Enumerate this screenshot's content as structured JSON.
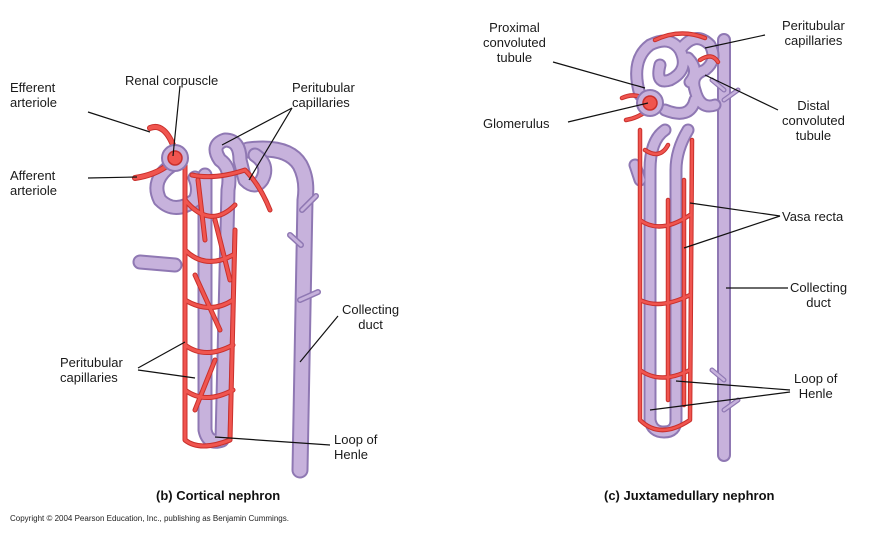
{
  "colors": {
    "vessel": "#f0554f",
    "vessel_dark": "#c9302c",
    "tubule": "#c7b2dc",
    "tubule_dark": "#8f78b3",
    "leader": "#111111"
  },
  "cortical": {
    "caption": "(b) Cortical nephron",
    "labels": {
      "efferent_arteriole": "Efferent\narteriole",
      "renal_corpuscle": "Renal corpuscle",
      "peritubular_capillaries_top": "Peritubular\ncapillaries",
      "afferent_arteriole": "Afferent\narteriole",
      "collecting_duct": "Collecting\nduct",
      "peritubular_capillaries_bottom": "Peritubular\ncapillaries",
      "loop_of_henle": "Loop of\nHenle"
    }
  },
  "juxtamedullary": {
    "caption": "(c) Juxtamedullary nephron",
    "labels": {
      "proximal_convoluted_tubule": "Proximal\nconvoluted\ntubule",
      "peritubular_capillaries": "Peritubular\ncapillaries",
      "glomerulus": "Glomerulus",
      "distal_convoluted_tubule": "Distal\nconvoluted\ntubule",
      "vasa_recta": "Vasa recta",
      "collecting_duct": "Collecting\nduct",
      "loop_of_henle": "Loop of\nHenle"
    }
  },
  "copyright": "Copyright © 2004 Pearson Education, Inc., publishing as Benjamin Cummings."
}
